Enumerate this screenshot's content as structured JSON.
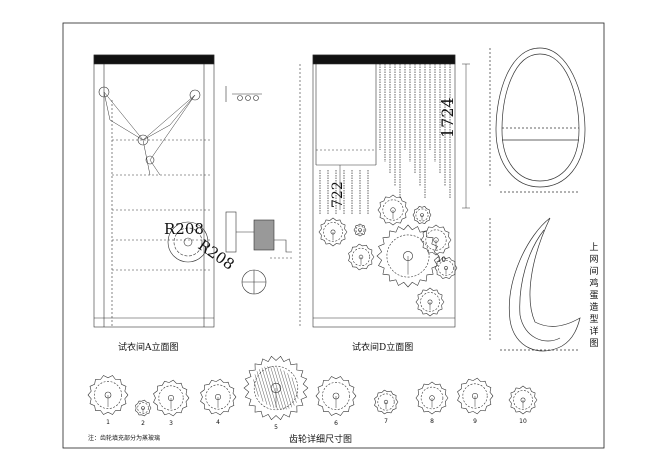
{
  "drawing": {
    "elevation_a_caption": "试衣间A立面图",
    "elevation_d_caption": "试衣间D立面图",
    "gear_detail_caption": "齿轮详细尺寸图",
    "egg_detail_label": "上网间鸡蛋造型详图",
    "note": "注：齿轮填充部分为蒸玻璃",
    "dimensions": {
      "r208_a": "R208",
      "r208_b": "R208",
      "d1724": "1724",
      "d722": "722"
    },
    "gear_numbers": [
      "1",
      "2",
      "3",
      "4",
      "5",
      "6",
      "7",
      "8",
      "9",
      "10"
    ],
    "callout_10": "10"
  }
}
